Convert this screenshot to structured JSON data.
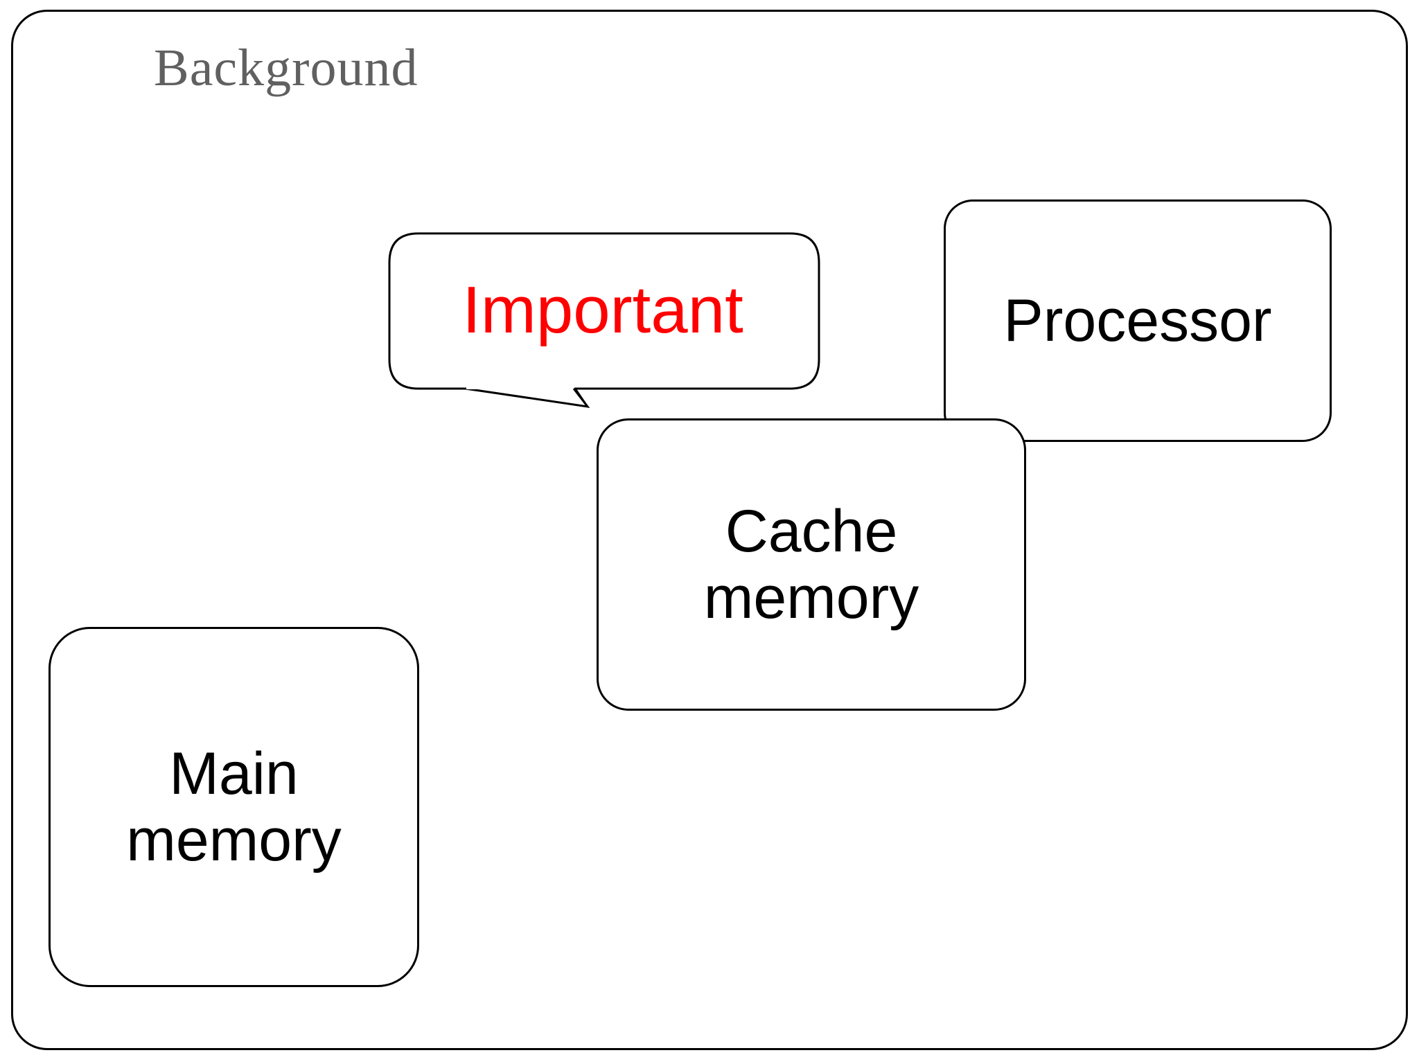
{
  "slide": {
    "title": "Background",
    "title_color": "#606060",
    "frame_color": "#000000",
    "background_color": "#ffffff"
  },
  "nodes": [
    {
      "id": "processor",
      "label": "Processor",
      "text_color": "#000000",
      "border_color": "#000000",
      "fill_color": "#ffffff"
    },
    {
      "id": "cache",
      "label": "Cache\nmemory",
      "text_color": "#000000",
      "border_color": "#000000",
      "fill_color": "#ffffff"
    },
    {
      "id": "main-memory",
      "label": "Main\nmemory",
      "text_color": "#000000",
      "border_color": "#000000",
      "fill_color": "#ffffff"
    }
  ],
  "callout": {
    "label": "Important",
    "text_color": "#ff0000",
    "border_color": "#000000",
    "fill_color": "#ffffff",
    "points_to": "cache"
  }
}
